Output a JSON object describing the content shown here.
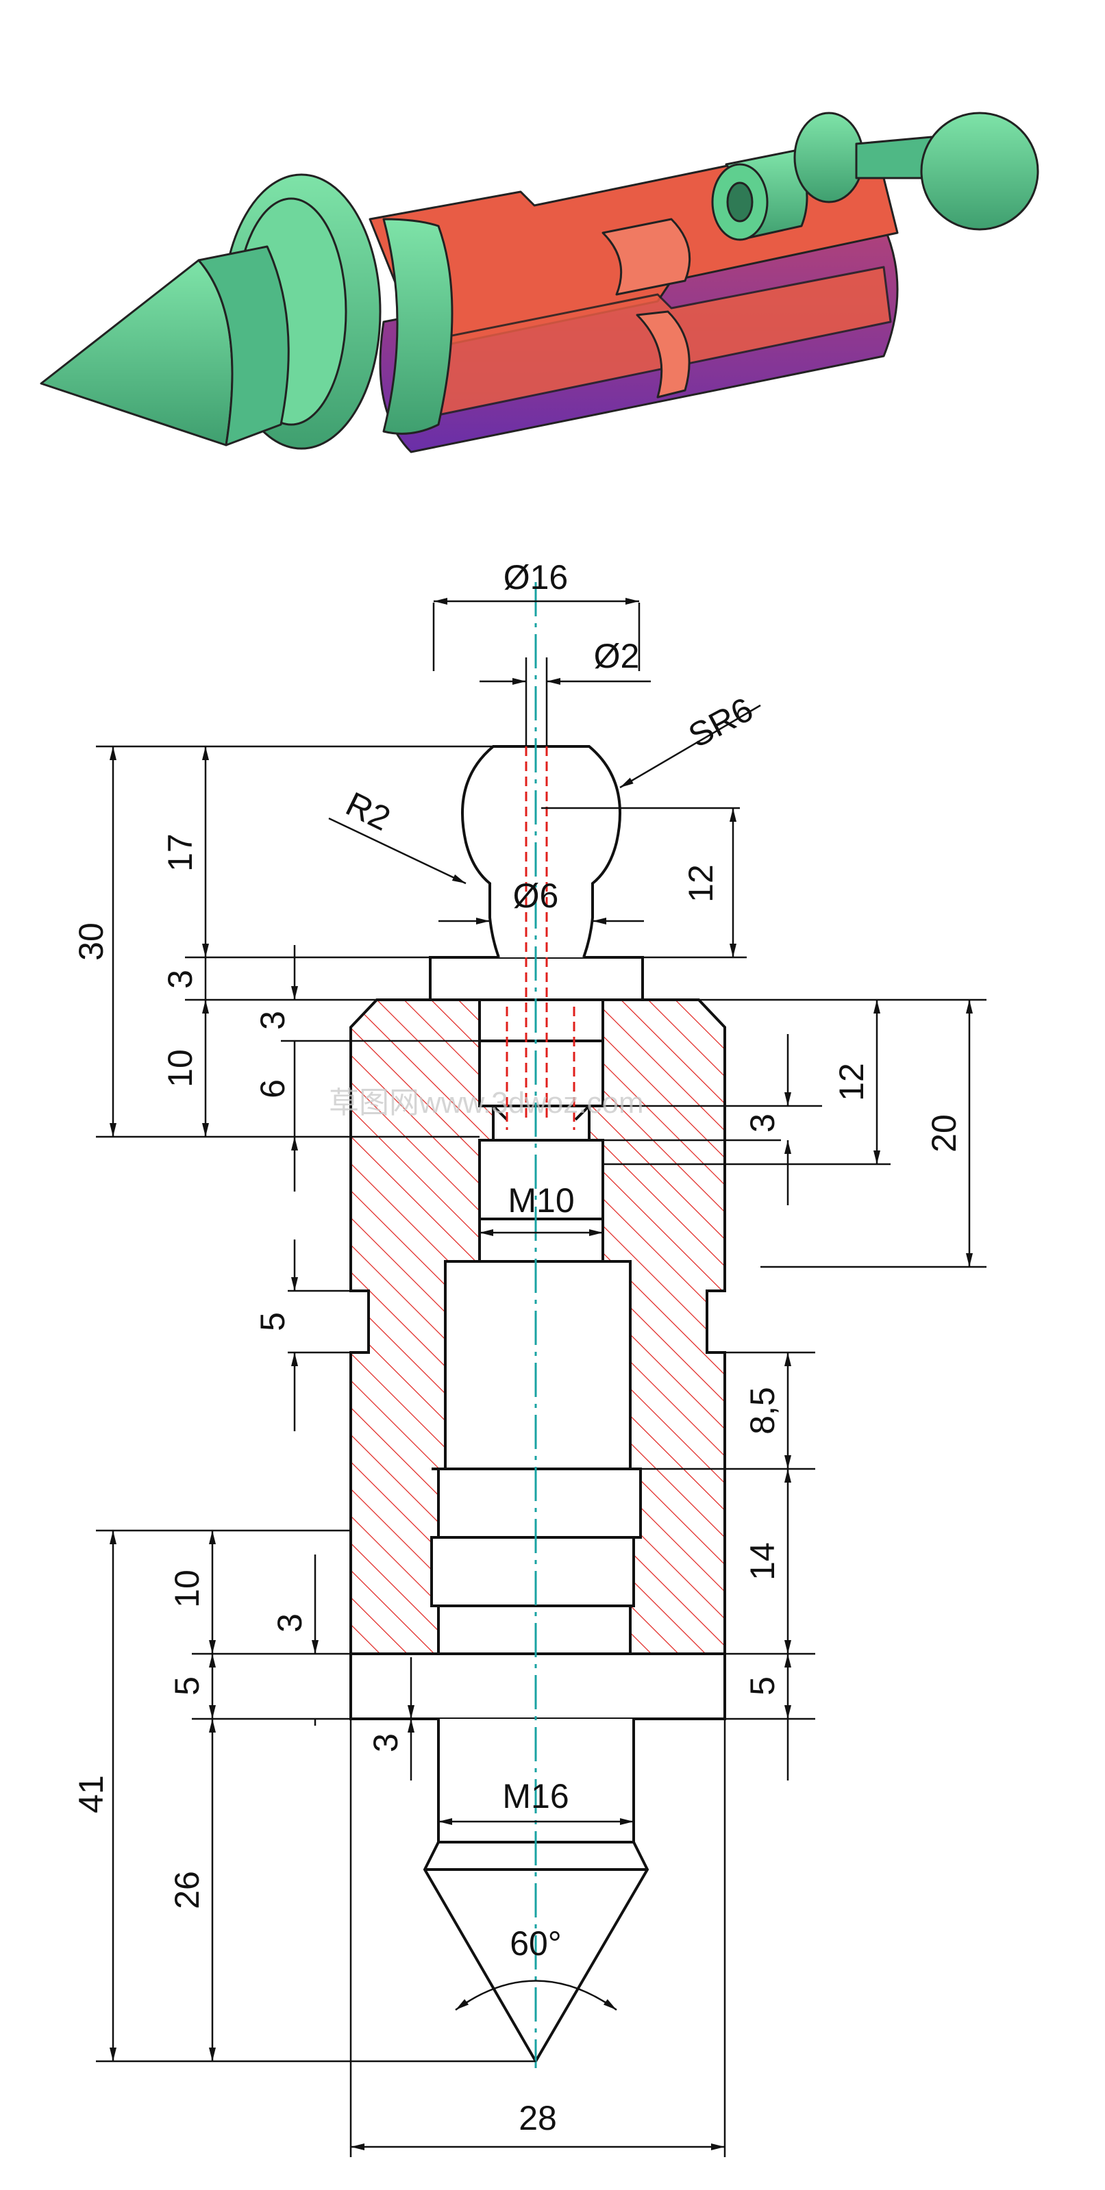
{
  "colors": {
    "green": "#5fcf8f",
    "green_dark": "#3a9a6a",
    "orange_red": "#e85c45",
    "purple": "#7b3aa8",
    "hatch": "#e0201c",
    "centerline": "#1aa3a3",
    "hidden_red": "#e0201c",
    "line": "#111111"
  },
  "dims": {
    "d16": "Ø16",
    "d2": "Ø2",
    "sr6": "SR6",
    "r2": "R2",
    "d6": "Ø6",
    "m10": "M10",
    "m16": "M16",
    "angle60": "60°",
    "w28": "28",
    "h30": "30",
    "h17": "17",
    "h3a": "3",
    "h10a": "10",
    "h3b": "3",
    "h6": "6",
    "h12a": "12",
    "h12b": "12",
    "h3c": "3",
    "h20": "20",
    "h5a": "5",
    "h8_5": "8,5",
    "h14": "14",
    "h10b": "10",
    "h3d": "3",
    "h5b": "5",
    "h5c": "5",
    "h3e": "3",
    "h41": "41",
    "h26": "26"
  },
  "watermark": "草图网www.3dwoz.com"
}
